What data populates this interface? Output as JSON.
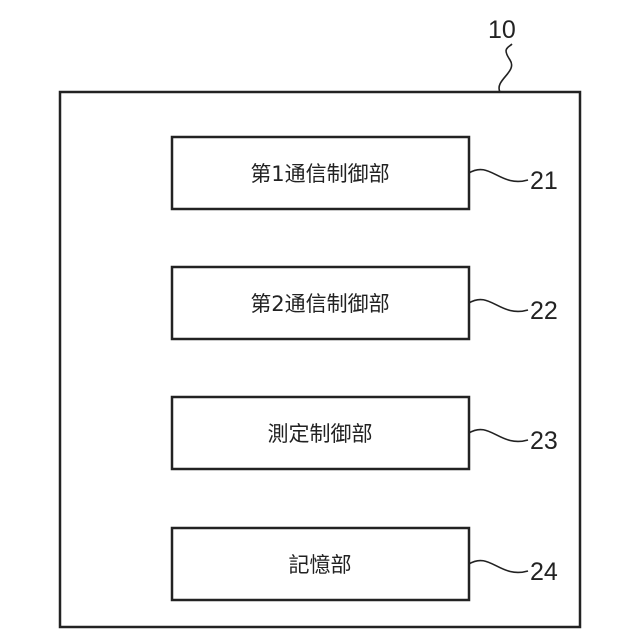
{
  "diagram": {
    "outer_ref": "10",
    "blocks": [
      {
        "label": "第1通信制御部",
        "ref": "21"
      },
      {
        "label": "第2通信制御部",
        "ref": "22"
      },
      {
        "label": "測定制御部",
        "ref": "23"
      },
      {
        "label": "記憶部",
        "ref": "24"
      }
    ]
  }
}
